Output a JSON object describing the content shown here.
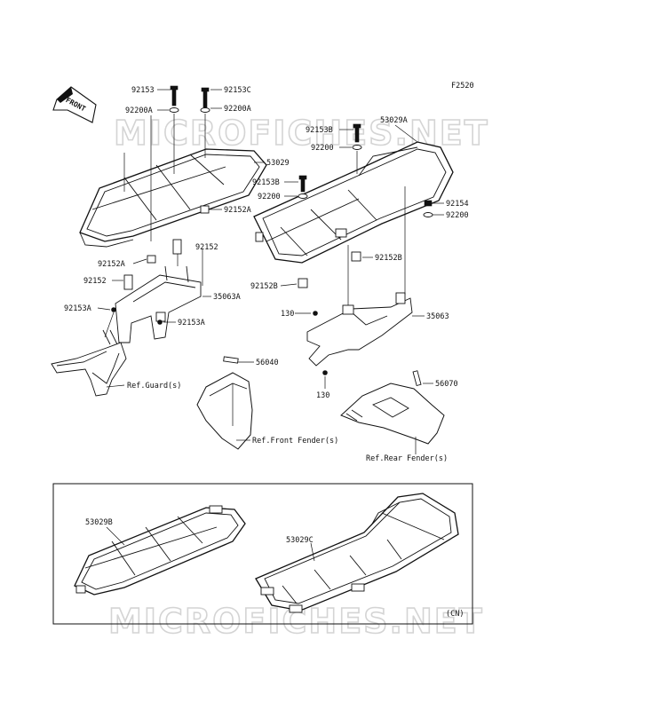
{
  "figure_code": "F2520",
  "front_label": "FRONT",
  "watermark_text": "MICROFICHES.NET",
  "inset_note": "(CN)",
  "part_labels": {
    "p92153_top": "92153",
    "p92153c": "92153C",
    "p92200a_left": "92200A",
    "p92200a_right": "92200A",
    "p53029": "53029",
    "p92152a_right": "92152A",
    "p92152_right": "92152",
    "p92152a_left": "92152A",
    "p92152_left": "92152",
    "p35063a": "35063A",
    "p92153a_left": "92153A",
    "p92153a_right": "92153A",
    "p53029a": "53029A",
    "p92153b_top": "92153B",
    "p92200_top": "92200",
    "p92153b_mid": "92153B",
    "p92200_mid": "92200",
    "p92154": "92154",
    "p92200_right": "92200",
    "p92152b_right": "92152B",
    "p92152b_left": "92152B",
    "p130_top": "130",
    "p35063": "35063",
    "p130_bottom": "130",
    "p56040": "56040",
    "p56070": "56070",
    "p53029b": "53029B",
    "p53029c": "53029C"
  },
  "references": {
    "guard": "Ref.Guard(s)",
    "front_fender": "Ref.Front Fender(s)",
    "rear_fender": "Ref.Rear Fender(s)"
  }
}
